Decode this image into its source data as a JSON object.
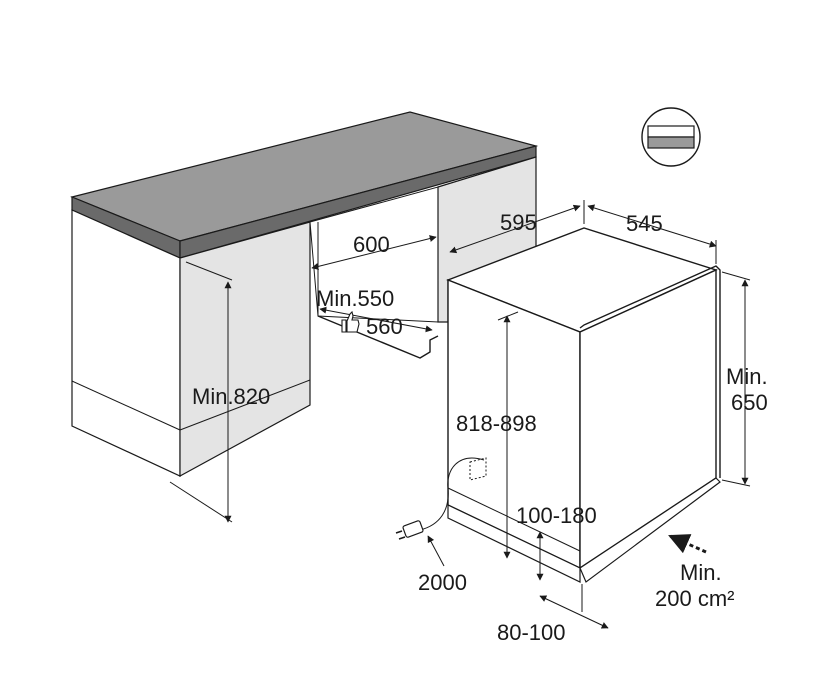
{
  "diagram": {
    "labels": {
      "cabinet_width": "600",
      "opening_min": "Min.550",
      "opening_recommended": "560",
      "cabinet_height": "Min.820",
      "appliance_width": "595",
      "appliance_depth": "545",
      "appliance_height": "818-898",
      "plinth_height": "100-180",
      "plinth_depth": "80-100",
      "cable_length": "2000",
      "clearance_height_line1": "Min.",
      "clearance_height_line2": "650",
      "ventilation_line1": "Min.",
      "ventilation_line2": "200 cm²"
    },
    "icons": [
      "thumbs-up-icon",
      "drawer-symbol-icon",
      "ventilation-arrow-icon",
      "plug-icon"
    ],
    "colors": {
      "countertop": "#9a9a9a",
      "countertop_edge": "#6a6a6a",
      "cabinet_inner": "#e4e4e4",
      "line": "#1a1a1a"
    }
  }
}
